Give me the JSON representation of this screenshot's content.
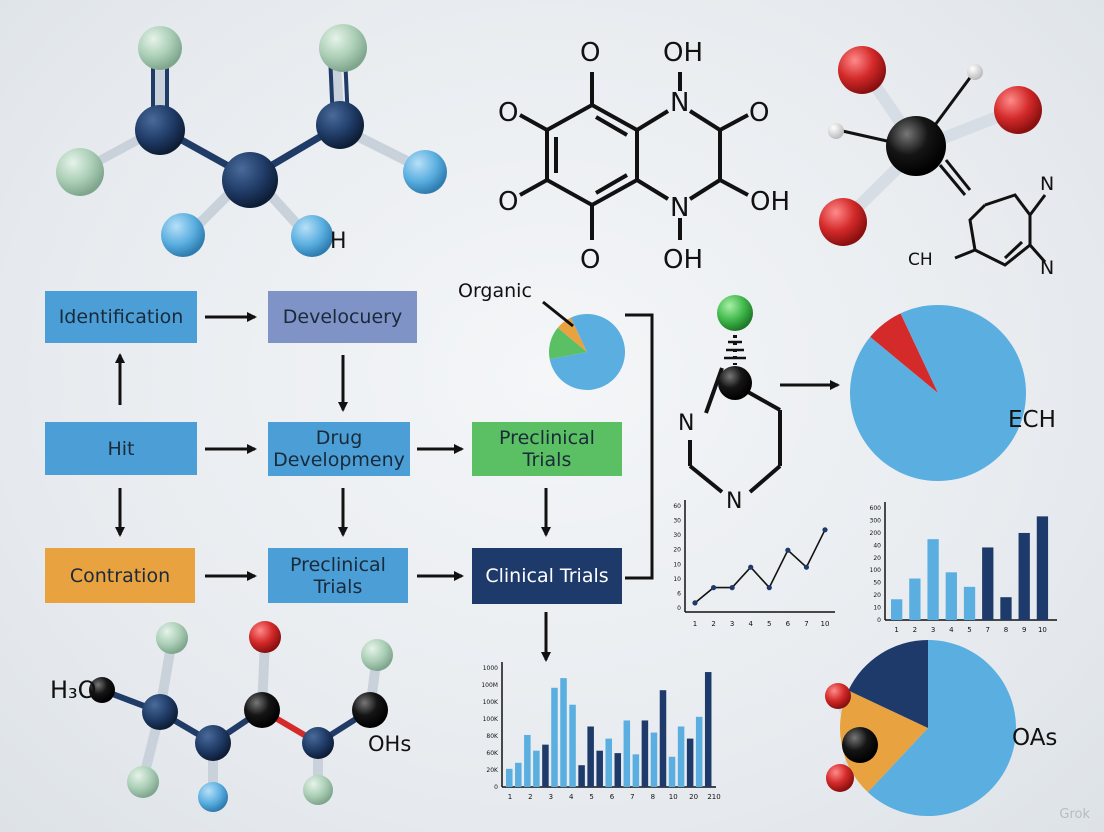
{
  "flow": {
    "identification": "Identification",
    "developcovery": "Develocuery",
    "hit": "Hit",
    "drug_development": "Drug Developmeny",
    "preclinical_trials_green": "Preclinical Trials",
    "contration": "Contration",
    "preclinical_trials_blue": "Preclinical Trials",
    "clinical_trials": "Clinical Trials"
  },
  "structure_labels": {
    "ring_o_left_top": "O",
    "ring_oh_top": "OH",
    "ring_n_top": "N",
    "ring_o_right": "O",
    "ring_o_left_mid": "O",
    "ring_o_left_bottom": "O",
    "ring_n_bottom": "N",
    "ring_oh_right": "OH",
    "ring_o_bottom": "O",
    "ring_oh_bottom": "OH",
    "top_left_h": "H",
    "top_right_n1": "N",
    "top_right_n2": "N",
    "top_right_ch": "CH",
    "piperidine_n1": "N",
    "piperidine_n2": "N",
    "organic": "Organic",
    "ech": "ECH",
    "oas": "OAs",
    "h3o": "H₃O",
    "ohs": "OHs"
  },
  "colors": {
    "box_blue": "#4b9fd6",
    "box_slate": "#7f93c6",
    "box_green": "#5bbf63",
    "box_orange": "#e8a23f",
    "box_navy": "#1d3a6b",
    "atom_navy": "#1f3b66",
    "atom_light": "#a9cdb4",
    "atom_blue": "#5aaee0",
    "atom_red": "#d42a2a",
    "pie_blue": "#5aaee0",
    "pie_red": "#d42a2a",
    "pie_orange": "#e8a23f",
    "pie_green": "#5bbf63",
    "pie_navy": "#1d3a6b"
  },
  "chart_data": [
    {
      "type": "line",
      "x_ticks": [
        "1",
        "2",
        "3",
        "4",
        "5",
        "6",
        "7",
        "10"
      ],
      "y_ticks": [
        "0",
        "6",
        "10",
        "10",
        "20",
        "30",
        "30",
        "60"
      ],
      "x": [
        1,
        2,
        3,
        4,
        5,
        6,
        7,
        8
      ],
      "y": [
        3,
        12,
        12,
        24,
        12,
        34,
        24,
        46
      ],
      "ylim": [
        0,
        60
      ]
    },
    {
      "type": "bar",
      "categories": [
        "1",
        "2",
        "3",
        "4",
        "5",
        "7",
        "8",
        "9",
        "10"
      ],
      "y_ticks": [
        "0",
        "10",
        "20",
        "50",
        "100",
        "20",
        "40",
        "200",
        "300",
        "600"
      ],
      "series": [
        {
          "values": [
            10,
            20,
            39,
            23,
            16
          ]
        },
        {
          "values": [
            35,
            11,
            42,
            50
          ]
        }
      ],
      "ylim": [
        0,
        55
      ]
    },
    {
      "type": "bar",
      "categories": [
        "1",
        "2",
        "3",
        "4",
        "5",
        "6",
        "7",
        "8",
        "10",
        "20",
        "210"
      ],
      "y_ticks": [
        "0",
        "20K",
        "60K",
        "80K",
        "100K",
        "100K",
        "100M",
        "1000"
      ],
      "values": [
        15,
        20,
        43,
        30,
        35,
        82,
        90,
        68,
        18,
        50,
        30,
        40,
        28,
        55,
        27,
        55,
        45,
        80,
        25,
        50,
        40,
        58,
        95
      ],
      "ylim": [
        0,
        100
      ]
    },
    {
      "type": "pie",
      "slices": [
        {
          "value": 72,
          "color": "#5aaee0"
        },
        {
          "value": 14,
          "color": "#5bbf63"
        },
        {
          "value": 7,
          "color": "#e8a23f"
        },
        {
          "value": 7,
          "color": "#5aaee0"
        }
      ]
    },
    {
      "type": "pie",
      "slices": [
        {
          "value": 86,
          "color": "#5aaee0"
        },
        {
          "value": 7,
          "color": "#d42a2a"
        },
        {
          "value": 7,
          "color": "#5aaee0"
        }
      ]
    },
    {
      "type": "pie",
      "slices": [
        {
          "value": 62,
          "color": "#5aaee0"
        },
        {
          "value": 20,
          "color": "#e8a23f"
        },
        {
          "value": 18,
          "color": "#1d3a6b"
        }
      ]
    }
  ],
  "watermark": "Grok"
}
